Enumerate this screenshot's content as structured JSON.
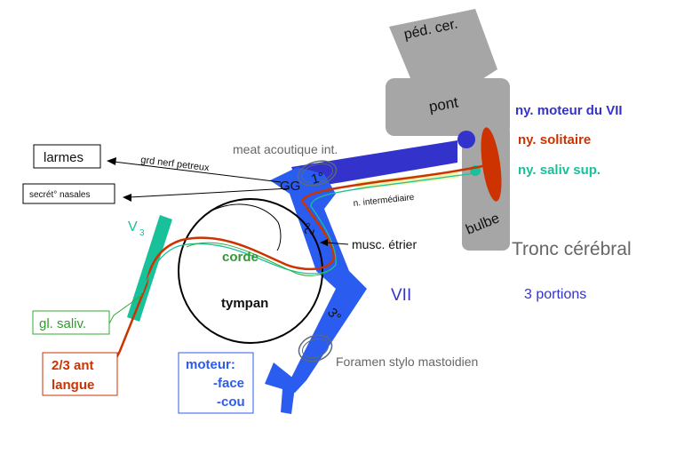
{
  "labels": {
    "ped_cer": "péd. cer.",
    "pont": "pont",
    "bulbe": "bulbe",
    "ny_moteur": "ny. moteur du VII",
    "ny_solitaire": "ny. solitaire",
    "ny_saliv": "ny. saliv sup.",
    "tronc": "Tronc cérébral",
    "portions": "3 portions",
    "vii": "VII",
    "meat": "meat acoutique int.",
    "grd_nerf": "grd nerf petreux",
    "n_intermediaire": "n. intermédiaire",
    "gg": "GG",
    "first": "1°",
    "second": "2°",
    "third": "3°",
    "musc_etrier": "musc. étrier",
    "corde": "corde",
    "tympan": "tympan",
    "v3_main": "V",
    "v3_sub": "3",
    "foramen": "Foramen stylo mastoidien",
    "larmes": "larmes",
    "secret_nasales": "secrét° nasales",
    "gl_saliv": "gl. saliv.",
    "langue_line1": "2/3 ant",
    "langue_line2": "langue",
    "moteur_line1": "moteur:",
    "moteur_line2": "-face",
    "moteur_line3": "-cou"
  },
  "colors": {
    "gray": "#a6a6a6",
    "blue": "#3333cc",
    "nerve_blue": "#2b5cf0",
    "red": "#cc3300",
    "teal": "#19c19a",
    "green": "#339933",
    "text_dark": "#111111",
    "text_gray": "#666666"
  }
}
